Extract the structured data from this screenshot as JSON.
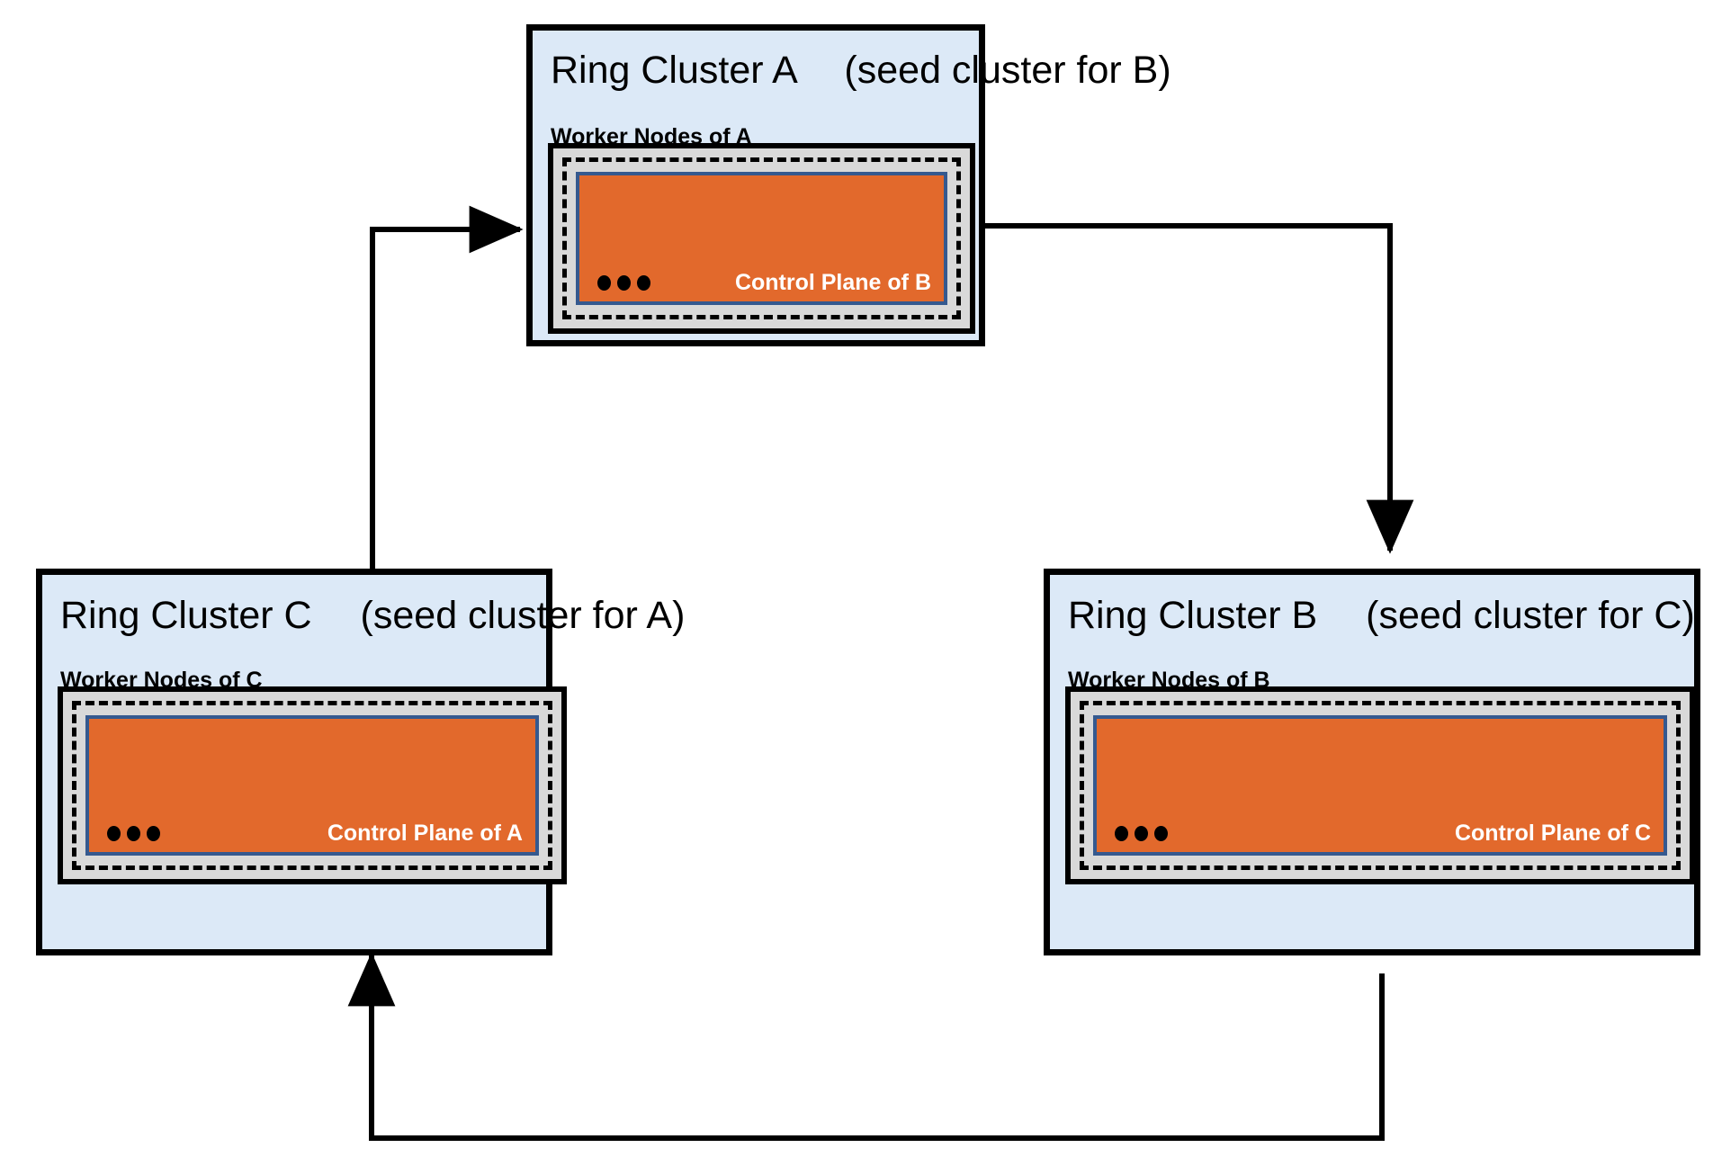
{
  "diagram": {
    "title": "Ring cluster topology",
    "colors": {
      "cluster_fill": "#dce9f7",
      "worker_fill": "#d9d9d9",
      "control_plane_fill": "#e2692c",
      "control_plane_border": "#35598f",
      "stroke": "#000000",
      "background": "#ffffff",
      "control_plane_text": "#ffffff"
    },
    "clusters": [
      {
        "id": "a",
        "name": "Ring Cluster A",
        "seed_note": "(seed cluster for B)",
        "worker_label": "Worker Nodes of A",
        "control_plane_label": "Control Plane of B",
        "ellipsis": "•••"
      },
      {
        "id": "c",
        "name": "Ring Cluster C",
        "seed_note": "(seed cluster for A)",
        "worker_label": "Worker Nodes of C",
        "control_plane_label": "Control Plane of A",
        "ellipsis": "•••"
      },
      {
        "id": "b",
        "name": "Ring Cluster B",
        "seed_note": "(seed cluster for C)",
        "worker_label": "Worker Nodes of B",
        "control_plane_label": "Control Plane of C",
        "ellipsis": "•••"
      }
    ],
    "connections": [
      {
        "id": "a-to-b",
        "from": "Ring Cluster A",
        "to": "Ring Cluster B",
        "direction": "down"
      },
      {
        "id": "b-to-c",
        "from": "Ring Cluster B",
        "to": "Ring Cluster C",
        "direction": "up"
      },
      {
        "id": "c-to-a",
        "from": "Ring Cluster C",
        "to": "Ring Cluster A",
        "direction": "right"
      }
    ]
  }
}
